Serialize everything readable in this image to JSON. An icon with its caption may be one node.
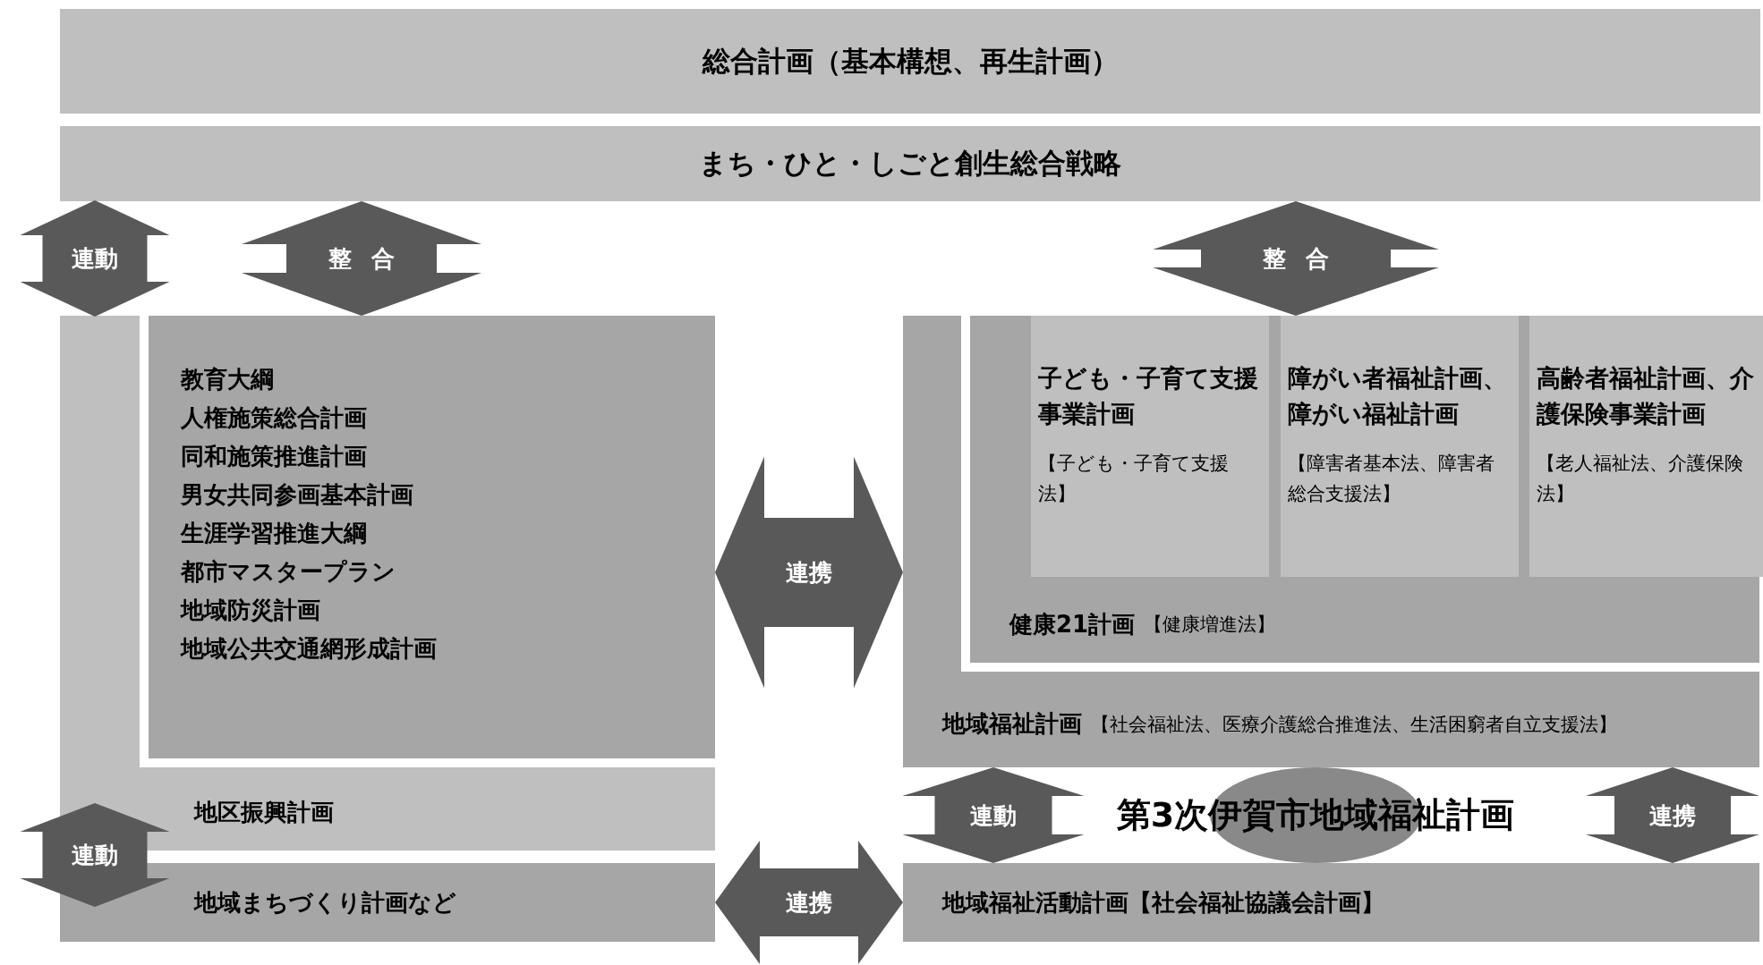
{
  "diagram": {
    "nodes": [
      {
        "text": [
          "総合計画（基本構想、再生計画）"
        ]
      },
      {
        "text": [
          "まち・ひと・しごと創生総合戦略"
        ]
      },
      {
        "text": [
          "地区振興計画"
        ]
      },
      {
        "text": [
          "教育大綱",
          "人権施策総合計画",
          "同和施策推進計画",
          "男女共同参画基本計画",
          "生涯学習推進大綱",
          "都市マスタープラン",
          "地域防災計画",
          "地域公共交通網形成計画"
        ],
        "in": 2
      },
      {
        "text": [
          "地域まちづくり計画など"
        ]
      },
      {
        "text": [
          "地域福祉計画",
          "【社会福祉法、医療介護総合推進法、生活困窮者自立支援法】"
        ]
      },
      {
        "text": [
          "健康21計画",
          "【健康増進法】"
        ],
        "in": 5
      },
      {
        "text": [
          "子ども・子育て支援事業計画",
          "【子ども・子育て支援法】"
        ],
        "in": 6
      },
      {
        "text": [
          "障がい者福祉計画、障がい福祉計画",
          "【障害者基本法、障害者総合支援法】"
        ],
        "in": 6
      },
      {
        "text": [
          "高齢者福祉計画、介護保険事業計画",
          "【老人福祉法、介護保険法】"
        ],
        "in": 6
      },
      {
        "text": [
          "第3次伊賀市地域福祉計画"
        ]
      },
      {
        "text": [
          "地域福祉活動計画【社会福祉協議会計画】"
        ]
      }
    ],
    "edges": [
      {
        "from": 1,
        "to": 2,
        "arrow": "both",
        "label": "連動"
      },
      {
        "from": 1,
        "to": 3,
        "arrow": "both",
        "label": "整合"
      },
      {
        "from": 1,
        "to": 5,
        "arrow": "both",
        "label": "整合"
      },
      {
        "from": 3,
        "to": 5,
        "arrow": "both",
        "label": "連携"
      },
      {
        "from": 2,
        "to": 4,
        "arrow": "both",
        "label": "連動"
      },
      {
        "from": 4,
        "to": 11,
        "arrow": "both",
        "label": "連携"
      },
      {
        "from": 5,
        "to": 11,
        "arrow": "both",
        "label": "連動"
      },
      {
        "from": 5,
        "to": 11,
        "arrow": "both",
        "label": "連携"
      }
    ]
  }
}
